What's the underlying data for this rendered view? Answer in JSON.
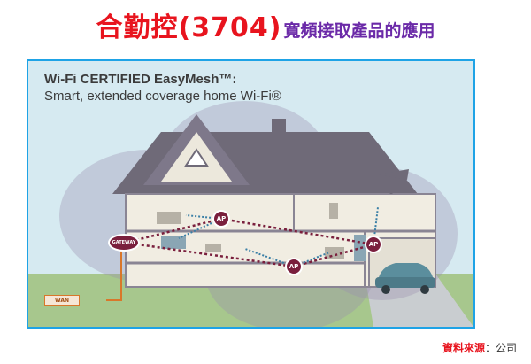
{
  "header": {
    "title_main": "合勤控(3704)",
    "title_sub": "寬頻接取產品的應用"
  },
  "diagram": {
    "title": "Wi-Fi CERTIFIED EasyMesh™:",
    "subtitle": "Smart, extended coverage home Wi-Fi®",
    "nodes": {
      "gateway": "GATEWAY",
      "ap1": "AP",
      "ap2": "AP",
      "ap3": "AP",
      "wan": "WAN"
    },
    "colors": {
      "node": "#7a1f3d",
      "link": "#7a1f3d",
      "wan_line": "#d9772a",
      "frame": "#1ea3e6"
    }
  },
  "footer": {
    "source_label": "資料來源",
    "source_sep": "：",
    "source_value": "公司"
  }
}
